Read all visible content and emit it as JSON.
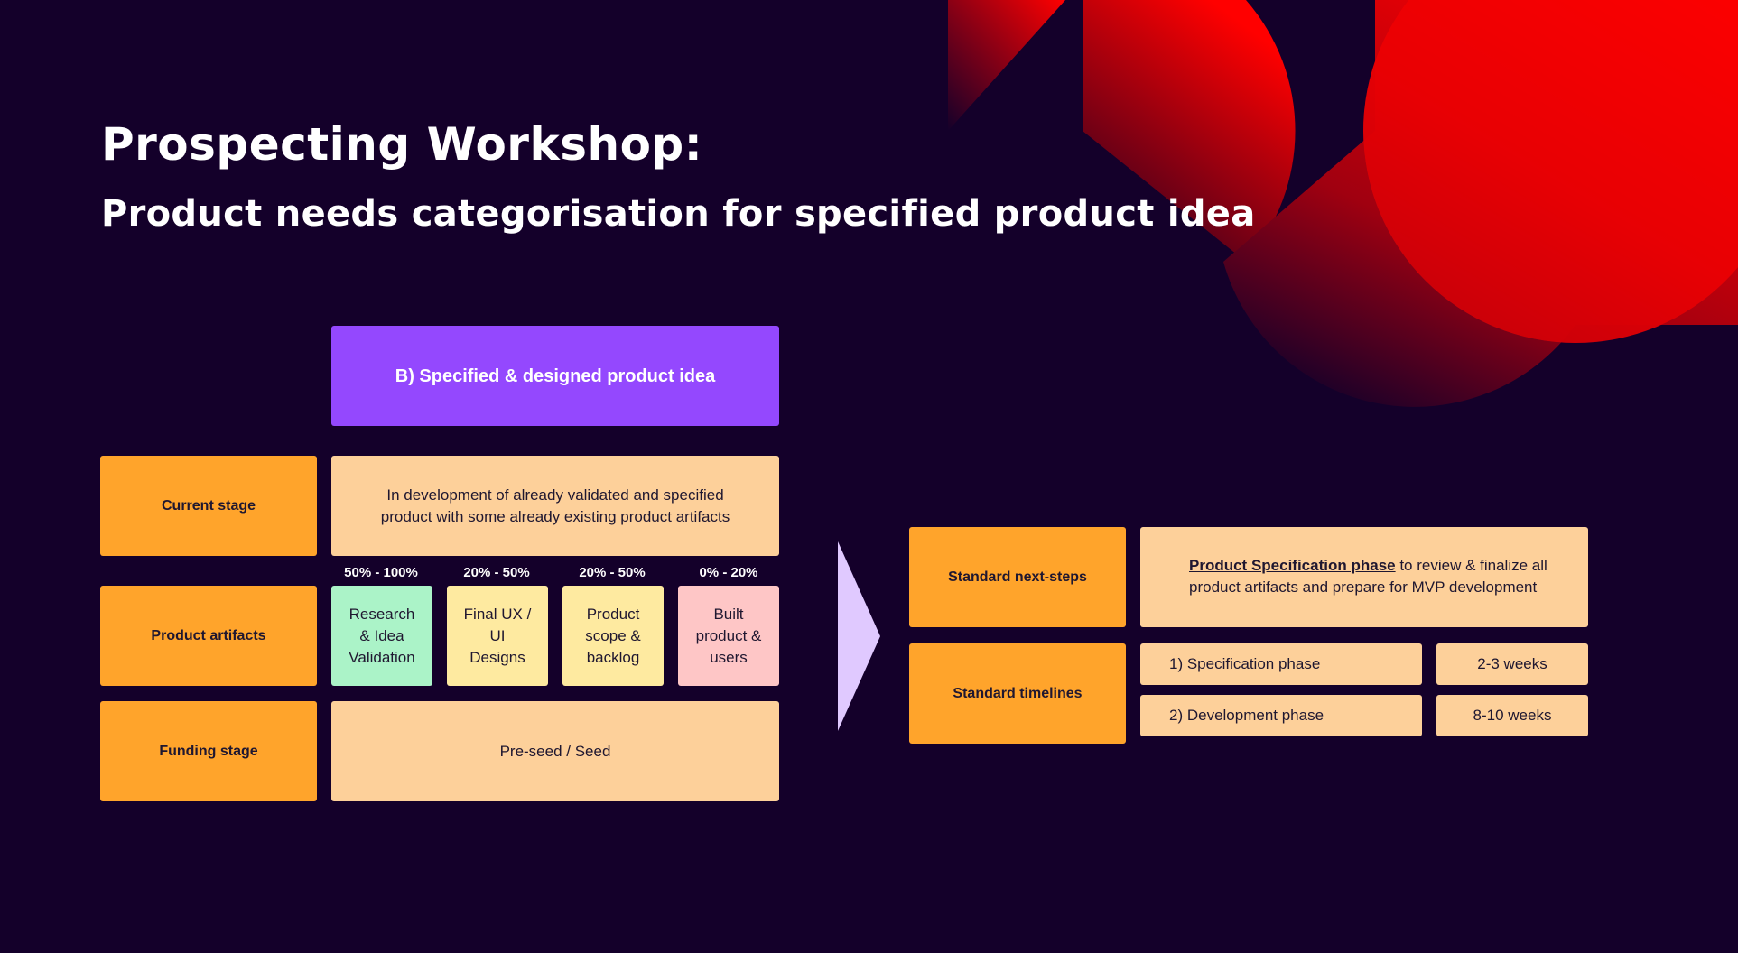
{
  "colors": {
    "background": "#14002a",
    "label": "#ffa42b",
    "light": "#fdd09a",
    "header": "#9448fe",
    "green": "#abf3c8",
    "yellow": "#feeaa0",
    "pink": "#fec6c6",
    "arrow": "#e0c9ff",
    "accent_red": "#ff0000"
  },
  "title": "Prospecting Workshop:",
  "subtitle": "Product needs categorisation for specified product idea",
  "left_table": {
    "header": "B) Specified & designed product idea",
    "rows": {
      "current_stage": {
        "label": "Current stage",
        "value": "In development of already validated and specified product with some already existing product artifacts"
      },
      "product_artifacts": {
        "label": "Product artifacts",
        "items": [
          {
            "percent": "50% - 100%",
            "text": "Research & Idea Validation"
          },
          {
            "percent": "20% - 50%",
            "text": "Final UX / UI Designs"
          },
          {
            "percent": "20% - 50%",
            "text": "Product scope & backlog"
          },
          {
            "percent": "0% - 20%",
            "text": "Built product & users"
          }
        ]
      },
      "funding_stage": {
        "label": "Funding stage",
        "value": "Pre-seed / Seed"
      }
    }
  },
  "right_table": {
    "next_steps": {
      "label": "Standard next-steps",
      "phase_link": "Product Specification phase",
      "text": " to review & finalize all product artifacts and prepare for MVP development"
    },
    "timelines": {
      "label": "Standard timelines",
      "rows": [
        {
          "phase": "1) Specification phase",
          "duration": "2-3 weeks"
        },
        {
          "phase": "2) Development phase",
          "duration": "8-10 weeks"
        }
      ]
    }
  }
}
